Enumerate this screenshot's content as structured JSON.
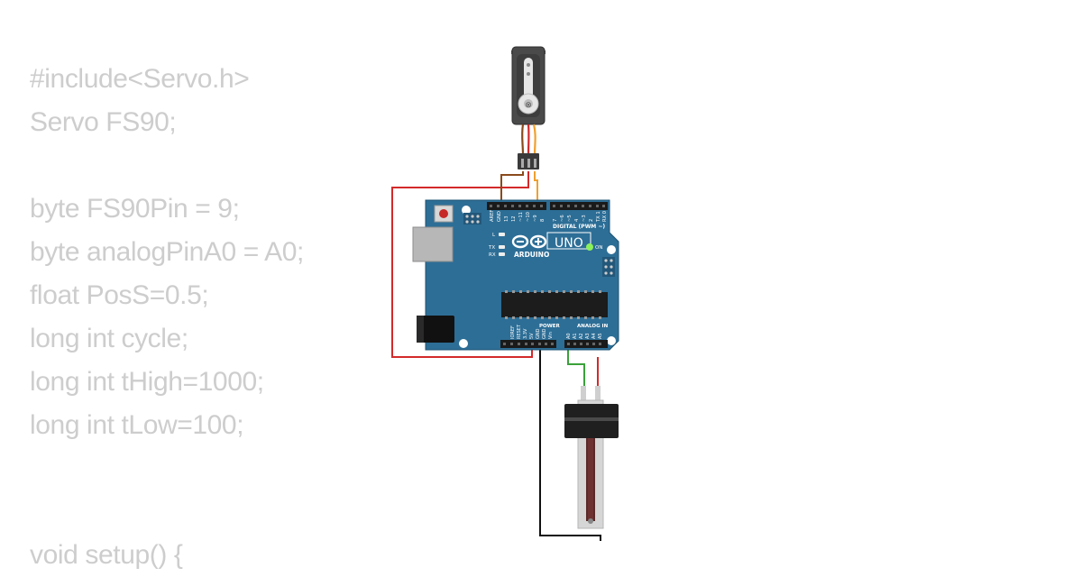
{
  "code": {
    "lines": [
      "#include<Servo.h>",
      "Servo FS90;",
      "",
      "byte FS90Pin = 9;",
      "byte analogPinA0 = A0;",
      "float PosS=0.5;",
      "long int cycle;",
      "long int tHigh=1000;",
      "long int tLow=100;",
      "",
      "",
      "void setup() {"
    ]
  },
  "board": {
    "brand": "ARDUINO",
    "model": "UNO",
    "digital_header_label": "DIGITAL (PWM ~)",
    "power_label": "POWER",
    "analog_label": "ANALOG IN",
    "led_l": "L",
    "led_tx": "TX",
    "led_rx": "RX",
    "led_on": "ON",
    "top_pins_left": [
      "AREF",
      "GND",
      "13",
      "12",
      "~11",
      "~10",
      "~9",
      "8"
    ],
    "top_pins_right": [
      "7",
      "~6",
      "~5",
      "4",
      "~3",
      "2",
      "TX 1",
      "RX 0"
    ],
    "power_pins": [
      "IOREF",
      "RESET",
      "3.3V",
      "5V",
      "GND",
      "GND",
      "Vin"
    ],
    "analog_pins": [
      "A0",
      "A1",
      "A2",
      "A3",
      "A4",
      "A5"
    ]
  },
  "colors": {
    "board": "#2d6e96",
    "wire_red": "#d42a2a",
    "wire_brown": "#8a4a1c",
    "wire_orange": "#f0a030",
    "wire_green": "#3aa23a",
    "wire_black": "#111111",
    "code_text": "#cdcdcd"
  },
  "icons": {
    "servo": "servo-motor-icon",
    "slider": "slide-potentiometer-icon"
  }
}
